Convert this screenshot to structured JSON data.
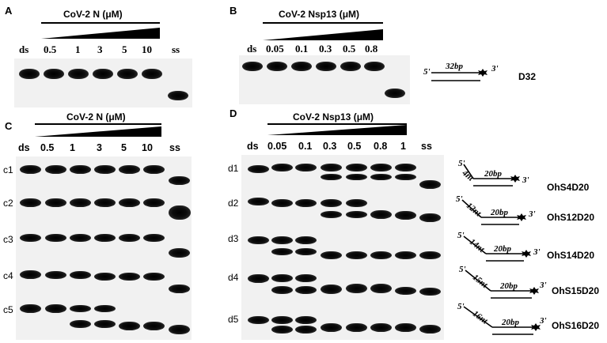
{
  "panels": {
    "A": {
      "letter": "A",
      "title": "CoV-2 N  (μM)",
      "lanes": [
        "ds",
        "0.5",
        "1",
        "3",
        "5",
        "10",
        "ss"
      ]
    },
    "B": {
      "letter": "B",
      "title": "CoV-2 Nsp13  (μM)",
      "lanes": [
        "ds",
        "0.05",
        "0.1",
        "0.3",
        "0.5",
        "0.8",
        "ss"
      ]
    },
    "C": {
      "letter": "C",
      "title": "CoV-2 N  (μM)",
      "lanes": [
        "ds",
        "0.5",
        "1",
        "3",
        "5",
        "10",
        "ss"
      ],
      "rows": [
        "c1",
        "c2",
        "c3",
        "c4",
        "c5"
      ]
    },
    "D": {
      "letter": "D",
      "title": "CoV-2 Nsp13  (μM)",
      "lanes": [
        "ds",
        "0.05",
        "0.1",
        "0.3",
        "0.5",
        "0.8",
        "1",
        "ss"
      ],
      "rows": [
        "d1",
        "d2",
        "d3",
        "d4",
        "d5"
      ]
    }
  },
  "substrates": {
    "D32": {
      "name": "D32",
      "five": "5'",
      "three": "3'",
      "len": "32bp"
    },
    "OhS4D20": {
      "name": "OhS4D20",
      "five": "5'",
      "three": "3'",
      "nt": "4nt",
      "bp": "20bp"
    },
    "OhS12D20": {
      "name": "OhS12D20",
      "five": "5'",
      "three": "3'",
      "nt": "12nt",
      "bp": "20bp"
    },
    "OhS14D20": {
      "name": "OhS14D20",
      "five": "5'",
      "three": "3'",
      "nt": "14nt",
      "bp": "20bp"
    },
    "OhS15D20": {
      "name": "OhS15D20",
      "five": "5'",
      "three": "3'",
      "nt": "15nt",
      "bp": "20bp"
    },
    "OhS16D20": {
      "name": "OhS16D20",
      "five": "5'",
      "three": "3'",
      "nt": "16nt",
      "bp": "20bp"
    }
  }
}
